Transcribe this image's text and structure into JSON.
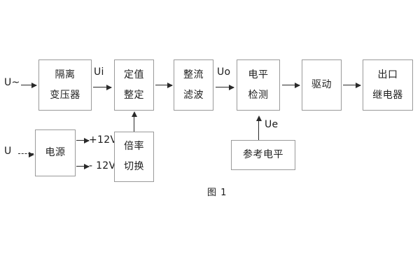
{
  "figure": {
    "caption": "图 1",
    "background_color": "#ffffff",
    "box_border_color": "#9a9a9a",
    "arrow_color": "#2a2a2a",
    "text_color": "#1b1b1b"
  },
  "blocks": [
    {
      "id": "isolation-transformer",
      "lines": [
        "隔离",
        "变压器"
      ]
    },
    {
      "id": "setting-value",
      "lines": [
        "定值",
        "整定"
      ]
    },
    {
      "id": "rectify-filter",
      "lines": [
        "整流",
        "滤波"
      ]
    },
    {
      "id": "level-detection",
      "lines": [
        "电平",
        "检测"
      ]
    },
    {
      "id": "drive",
      "lines": [
        "驱动"
      ]
    },
    {
      "id": "output-relay",
      "lines": [
        "出口",
        "继电器"
      ]
    },
    {
      "id": "power-supply",
      "lines": [
        "电源"
      ]
    },
    {
      "id": "multiplier-switch",
      "lines": [
        "倍率",
        "切换"
      ]
    },
    {
      "id": "reference-level",
      "lines": [
        "参考电平"
      ]
    }
  ],
  "signal_labels": {
    "ac_input": "U~",
    "dc_input": "U",
    "ui": "Ui",
    "uo": "Uo",
    "ue": "Ue",
    "supply_positive": "+12V",
    "supply_negative": "- 12V"
  }
}
